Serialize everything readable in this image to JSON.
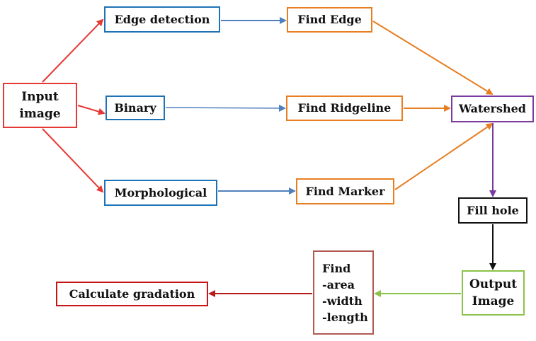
{
  "nodes": {
    "input": "Input\nimage",
    "edge_detection": "Edge detection",
    "binary": "Binary",
    "morphological": "Morphological",
    "find_edge": "Find Edge",
    "find_ridgeline": "Find Ridgeline",
    "find_marker": "Find Marker",
    "watershed": "Watershed",
    "fill_hole": "Fill hole",
    "output_image": "Output\nImage",
    "find_measures": "Find\n-area\n-width\n-length",
    "calculate_gradation": "Calculate  gradation"
  },
  "colors": {
    "input": "#e53935",
    "preprocess": "#1e72b6",
    "find": "#e67e22",
    "watershed": "#7b3a9e",
    "fill_hole": "#111111",
    "output": "#8bc34a",
    "measures": "#b05a52",
    "result": "#c81414"
  }
}
